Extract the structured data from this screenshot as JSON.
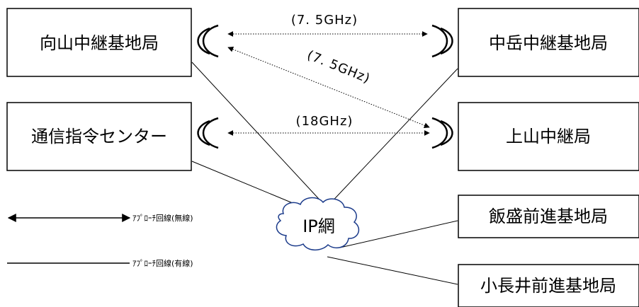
{
  "nodes": {
    "mukaiyama": "向山中継基地局",
    "nakadake": "中岳中継基地局",
    "tsushin": "通信指令センター",
    "kamiyama": "上山中継局",
    "iimori": "飯盛前進基地局",
    "konagai": "小長井前進基地局"
  },
  "network": {
    "label": "IP網"
  },
  "links": {
    "mukaiyama_nakadake": "(7. 5GHz)",
    "mukaiyama_kamiyama": "(7. 5GHz)",
    "tsushin_kamiyama": "(18GHz)"
  },
  "legend": {
    "wireless": "ｱﾌﾟﾛｰﾁ回線(無線)",
    "wired": "ｱﾌﾟﾛｰﾁ回線(有線)"
  }
}
